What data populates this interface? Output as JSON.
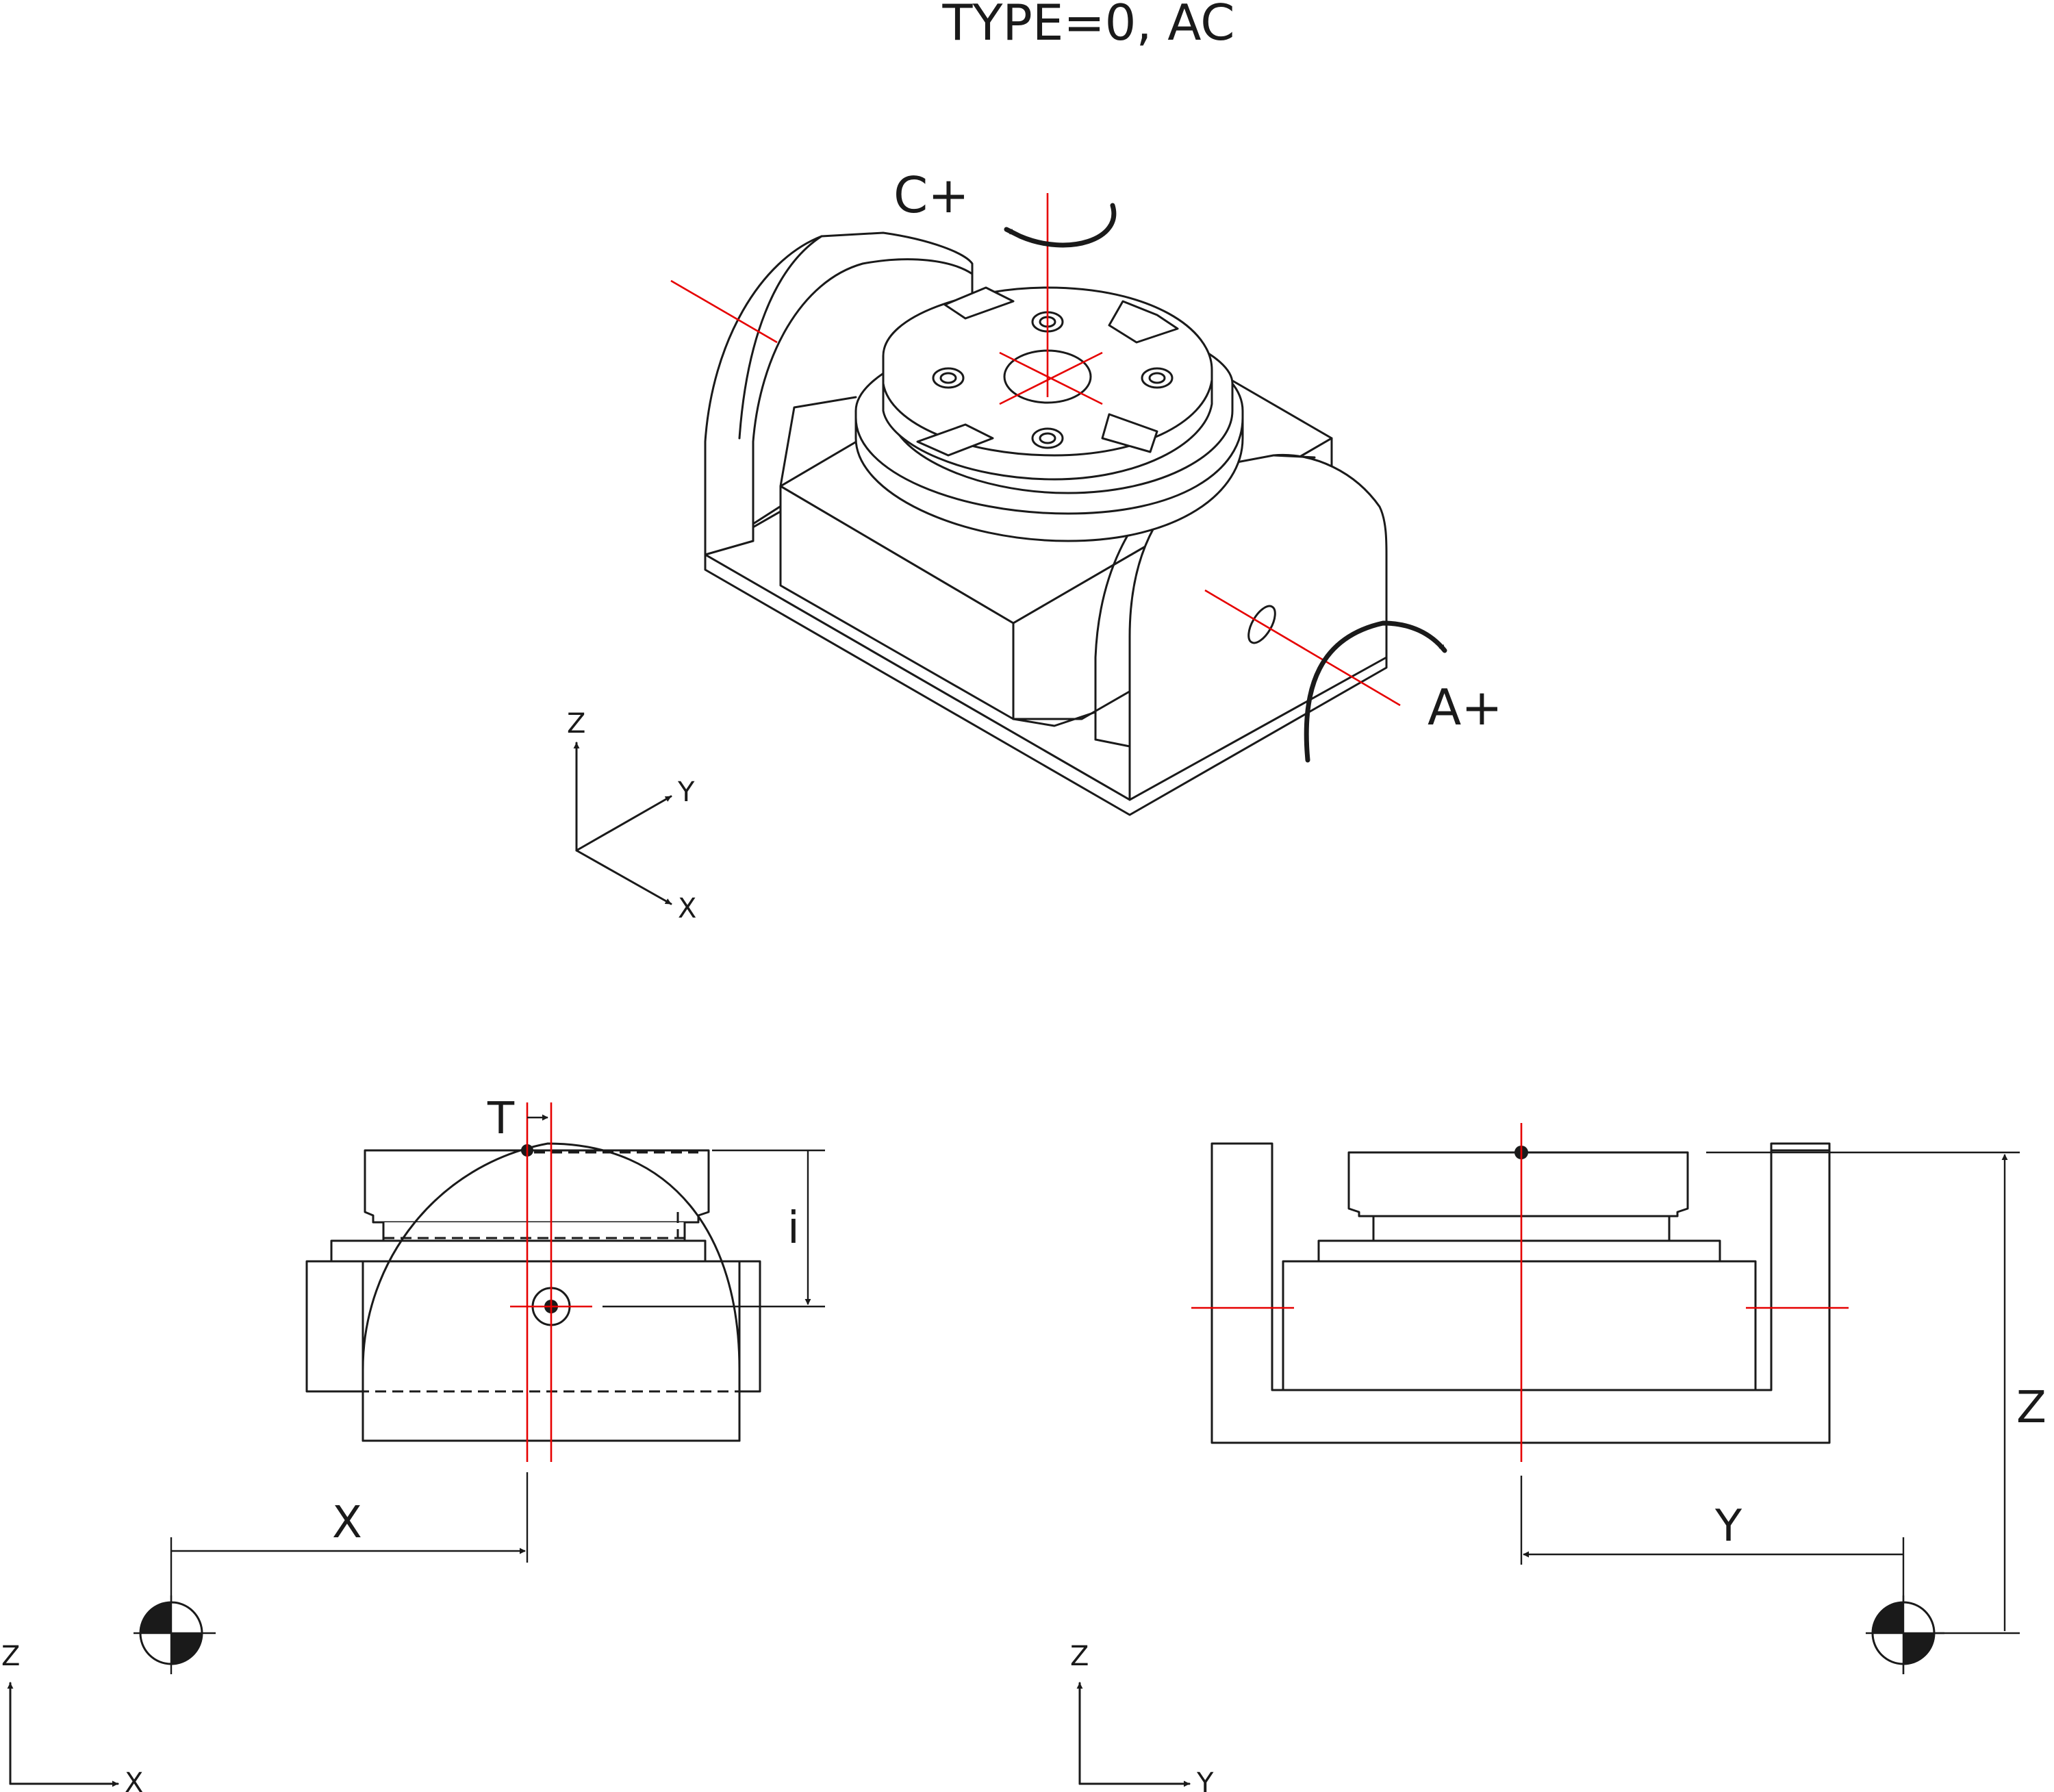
{
  "title": "TYPE=0, AC",
  "rotation_labels": {
    "c_axis": "C+",
    "a_axis": "A+"
  },
  "triad_iso": {
    "z": "Z",
    "y": "Y",
    "x": "X"
  },
  "dims_left": {
    "t": "T",
    "i": "i",
    "x": "X"
  },
  "dims_right": {
    "y": "Y",
    "z": "Z"
  },
  "triad_left": {
    "z": "Z",
    "x": "X"
  },
  "triad_right": {
    "z": "Z",
    "y": "Y"
  },
  "colors": {
    "centerline": "#e60000",
    "line": "#1a1a1a",
    "background": "#ffffff"
  },
  "icons": [
    "rotation-arrow-c",
    "rotation-arrow-a",
    "machine-zero-symbol",
    "coordinate-triad"
  ]
}
